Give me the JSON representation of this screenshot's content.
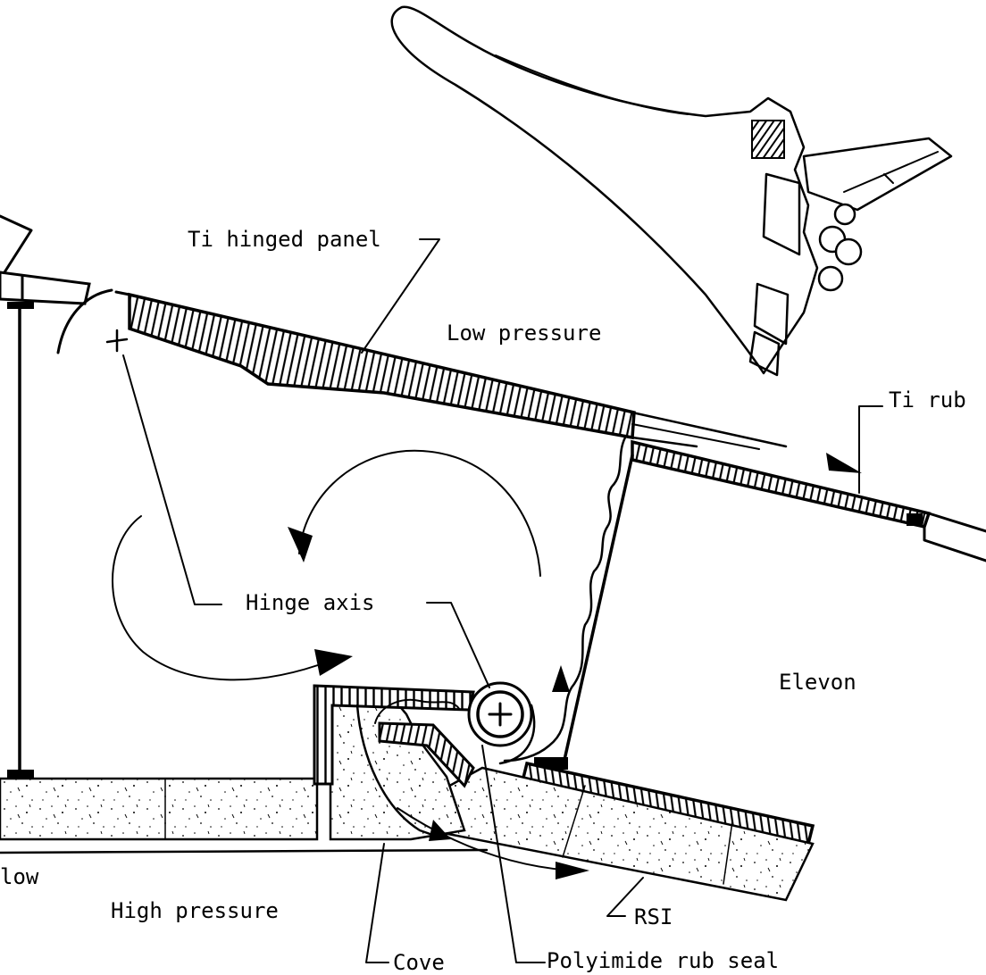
{
  "labels": {
    "ti_hinged_panel": "Ti hinged panel",
    "low_pressure": "Low pressure",
    "ti_rub": "Ti rub",
    "hinge_axis": "Hinge axis",
    "elevon": "Elevon",
    "flow_partial": "low",
    "high_pressure": "High pressure",
    "rsi": "RSI",
    "cove": "Cove",
    "polyimide_rub_seal": "Polyimide rub seal"
  },
  "colors": {
    "ink": "#000000",
    "paper": "#ffffff"
  }
}
